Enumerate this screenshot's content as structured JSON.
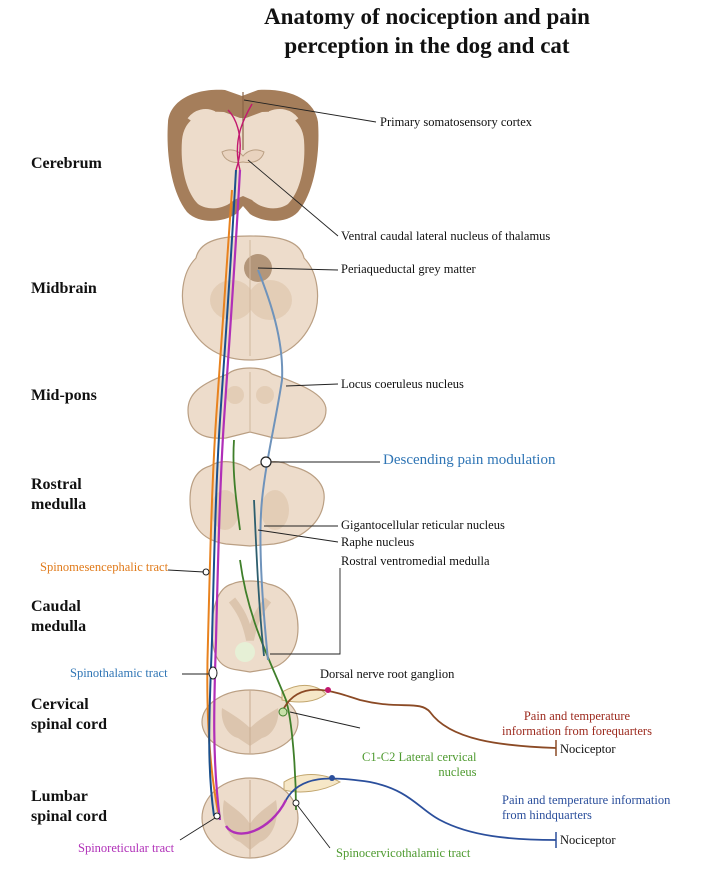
{
  "title_line1": "Anatomy of nociception and pain",
  "title_line2": "perception in the dog and cat",
  "regions": {
    "cerebrum": "Cerebrum",
    "midbrain": "Midbrain",
    "mid_pons": "Mid-pons",
    "rostral_medulla_1": "Rostral",
    "rostral_medulla_2": "medulla",
    "caudal_medulla_1": "Caudal",
    "caudal_medulla_2": "medulla",
    "cervical_1": "Cervical",
    "cervical_2": "spinal cord",
    "lumbar_1": "Lumbar",
    "lumbar_2": "spinal cord"
  },
  "labels": {
    "primary_cortex": "Primary somatosensory cortex",
    "thalamus": "Ventral caudal lateral nucleus of thalamus",
    "pag": "Periaqueductal grey matter",
    "locus": "Locus coeruleus nucleus",
    "descending": "Descending pain modulation",
    "giganto": "Gigantocellular reticular nucleus",
    "raphe": "Raphe nucleus",
    "rvm": "Rostral ventromedial medulla",
    "spinomes": "Spinomesencephalic tract",
    "spinothal": "Spinothalamic tract",
    "drg": "Dorsal nerve root ganglion",
    "fore_1": "Pain and temperature",
    "fore_2": "information from forequarters",
    "nociceptor_1": "Nociceptor",
    "c1c2_1": "C1-C2 Lateral cervical",
    "c1c2_2": "nucleus",
    "hind_1": "Pain and temperature information",
    "hind_2": "from hindquarters",
    "nociceptor_2": "Nociceptor",
    "spinoret": "Spinoreticular tract",
    "spinocerv": "Spinocervicothalamic tract"
  },
  "colors": {
    "tissue": "#eddccb",
    "tissue_dark": "#ba9f83",
    "grey_matter": "#dcc5ae",
    "cortex_dark": "#a57e5b",
    "spinomesencephalic": "#e8821e",
    "spinothalamic": "#1a4f8c",
    "spinoreticular": "#b02fb8",
    "spinocervicothalamic": "#3f7f2a",
    "descending": "#6f93bb",
    "forequarter": "#8b4a25",
    "hindquarter": "#2b4f9c",
    "magenta": "#c2186e"
  }
}
